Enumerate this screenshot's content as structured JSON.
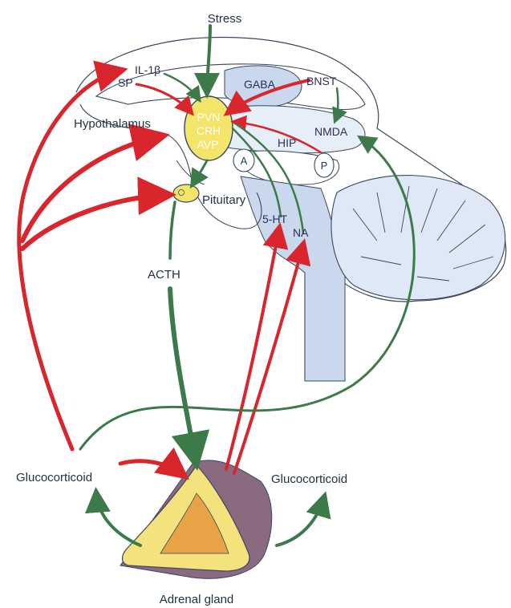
{
  "labels": {
    "stress": "Stress",
    "il1b": "IL-1β",
    "sp": "SP",
    "gaba": "GABA",
    "bnst": "BNST",
    "hypothalamus": "Hypothalamus",
    "pvn": "PVN",
    "crh": "CRH",
    "avp": "AVP",
    "hip": "HIP",
    "nmda": "NMDA",
    "a": "A",
    "p": "P",
    "pituitary": "Pituitary",
    "ht5": "5-HT",
    "na": "NA",
    "acth": "ACTH",
    "glucocorticoid_left": "Glucocorticoid",
    "glucocorticoid_right": "Glucocorticoid",
    "adrenal": "Adrenal gland"
  },
  "colors": {
    "red_arrow": "#d8262c",
    "green_arrow": "#3c7a4a",
    "pvn_fill": "#f3e46a",
    "brain_fill": "#c9d8ec",
    "adrenal_outer": "#f4e27c",
    "adrenal_inner": "#e8a347",
    "adrenal_shadow": "#8a6a80"
  }
}
